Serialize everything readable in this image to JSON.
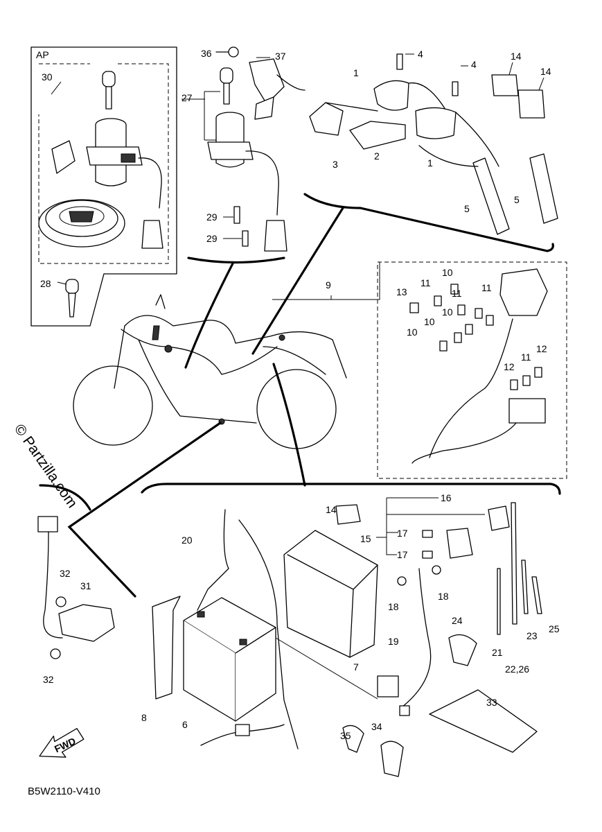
{
  "diagram": {
    "box_label": "AP",
    "drawing_code": "B5W2110-V410",
    "watermark": "© Partzilla.com",
    "fwd_label": "FWD"
  },
  "callouts": {
    "c1a": "1",
    "c1b": "1",
    "c2": "2",
    "c3": "3",
    "c4a": "4",
    "c4b": "4",
    "c5a": "5",
    "c5b": "5",
    "c6": "6",
    "c7": "7",
    "c8": "8",
    "c9": "9",
    "c10a": "10",
    "c10b": "10",
    "c10c": "10",
    "c10d": "10",
    "c11a": "11",
    "c11b": "11",
    "c11c": "11",
    "c11d": "11",
    "c12a": "12",
    "c12b": "12",
    "c13": "13",
    "c14a": "14",
    "c14b": "14",
    "c14c": "14",
    "c15": "15",
    "c16": "16",
    "c17a": "17",
    "c17b": "17",
    "c18a": "18",
    "c18b": "18",
    "c19": "19",
    "c20": "20",
    "c21": "21",
    "c2226": "22,26",
    "c23": "23",
    "c24": "24",
    "c25": "25",
    "c27": "27",
    "c28": "28",
    "c29a": "29",
    "c29b": "29",
    "c30": "30",
    "c31": "31",
    "c32a": "32",
    "c32b": "32",
    "c33": "33",
    "c34": "34",
    "c35": "35",
    "c36": "36",
    "c37": "37"
  }
}
